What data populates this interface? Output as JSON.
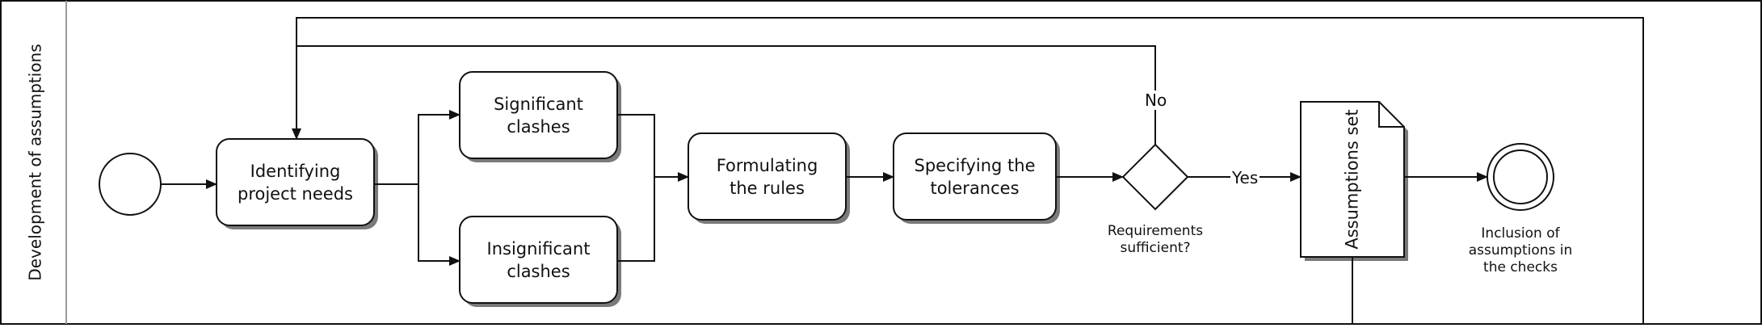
{
  "lane": {
    "label": "Development of assumptions"
  },
  "tasks": [
    {
      "id": "identify",
      "label": "Identifying project needs"
    },
    {
      "id": "significant",
      "label": "Significant clashes"
    },
    {
      "id": "insignificant",
      "label": "Insignificant clashes"
    },
    {
      "id": "formulate",
      "label": "Formulating the rules"
    },
    {
      "id": "specify",
      "label": "Specifying the tolerances"
    }
  ],
  "gateway": {
    "label": "Requirements sufficient?",
    "no_label": "No",
    "yes_label": "Yes"
  },
  "document": {
    "label": "Assumptions set"
  },
  "end_event": {
    "label": "Inclusion of assumptions in the checks"
  },
  "colors": {
    "stroke": "#111111",
    "fill": "#ffffff",
    "shadow": "#7a7a7a",
    "lane_divider": "#999999"
  }
}
